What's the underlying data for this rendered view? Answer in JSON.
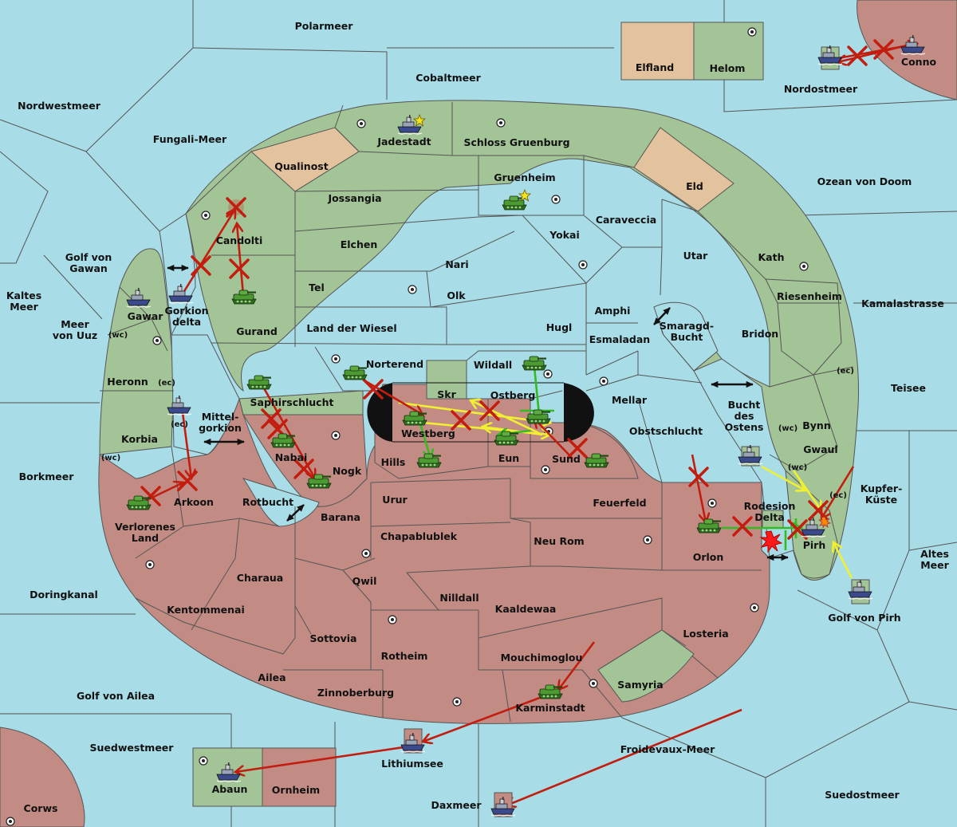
{
  "map": {
    "colors": {
      "sea": "#a8dde8",
      "player_green": "#a3c496",
      "player_red": "#c28c84",
      "neutral": "#e3c39d",
      "order_red": "#c31d0f",
      "order_yellow": "#f0f030",
      "order_green": "#33bb22"
    },
    "labels": {
      "polarmeer": "Polarmeer",
      "cobaltmeer": "Cobaltmeer",
      "elfland": "Elfland",
      "helom": "Helom",
      "nordostmeer": "Nordostmeer",
      "conno": "Conno",
      "nordwestmeer": "Nordwestmeer",
      "fungali": "Fungali-Meer",
      "jadestadt": "Jadestadt",
      "schloss": "Schloss Gruenburg",
      "qualinost": "Qualinost",
      "gruenheim": "Gruenheim",
      "eld": "Eld",
      "ozean": "Ozean von Doom",
      "jossangia": "Jossangia",
      "caraveccia": "Caraveccia",
      "golf_gawan_1": "Golf von",
      "golf_gawan_2": "Gawan",
      "candolti": "Candolti",
      "elchen": "Elchen",
      "yokai": "Yokai",
      "utar": "Utar",
      "kath": "Kath",
      "nari": "Nari",
      "tel": "Tel",
      "olk": "Olk",
      "kaltes_1": "Kaltes",
      "kaltes_2": "Meer",
      "gawar": "Gawar",
      "gorkion_1": "Gorkion",
      "gorkion_2": "delta",
      "riesenheim": "Riesenheim",
      "kamalastrasse": "Kamalastrasse",
      "amphi": "Amphi",
      "meer_uuz_1": "Meer",
      "meer_uuz_2": "von Uuz",
      "wc1": "(wc)",
      "gurand": "Gurand",
      "land_wiesel": "Land der Wiesel",
      "hugl": "Hugl",
      "smaragd_1": "Smaragd-",
      "smaragd_2": "Bucht",
      "bridon": "Bridon",
      "esmaladan": "Esmaladan",
      "norterend": "Norterend",
      "wildall": "Wildall",
      "heronn": "Heronn",
      "ec1": "(ec)",
      "ec2": "(ec)",
      "teisee": "Teisee",
      "skr": "Skr",
      "ostberg": "Ostberg",
      "saphir": "Saphirschlucht",
      "mellar": "Mellar",
      "mittel_1": "Mittel-",
      "mittel_2": "gorkion",
      "bucht_ostens_1": "Bucht",
      "bucht_ostens_2": "des",
      "bucht_ostens_3": "Ostens",
      "bynn": "Bynn",
      "wc2": "(wc)",
      "westberg": "Westberg",
      "obstschlucht": "Obstschlucht",
      "korbia": "Korbia",
      "ec3": "(ec)",
      "gwaul": "Gwaul",
      "wc3": "(wc)",
      "nabai": "Nabai",
      "eun": "Eun",
      "sund": "Sund",
      "hills": "Hills",
      "ec4": "(ec)",
      "wc4": "(wc)",
      "borkmeer": "Borkmeer",
      "nogk": "Nogk",
      "kupfer_1": "Kupfer-",
      "kupfer_2": "Küste",
      "arkoon": "Arkoon",
      "rotbucht": "Rotbucht",
      "urur": "Urur",
      "feuerfeld": "Feuerfeld",
      "rodesion_1": "Rodesion",
      "rodesion_2": "Delta",
      "verlorenes_1": "Verlorenes",
      "verlorenes_2": "Land",
      "barana": "Barana",
      "chapa": "Chapablublek",
      "neu_rom": "Neu Rom",
      "orlon": "Orlon",
      "pirh": "Pirh",
      "altes_1": "Altes",
      "altes_2": "Meer",
      "charaua": "Charaua",
      "qwil": "Qwil",
      "doringkanal": "Doringkanal",
      "nilldall": "Nilldall",
      "kentommenai": "Kentommenai",
      "kaaldewaa": "Kaaldewaa",
      "golf_pirh": "Golf von Pirh",
      "losteria": "Losteria",
      "sottovia": "Sottovia",
      "rotheim": "Rotheim",
      "mouchimoglou": "Mouchimoglou",
      "ailea": "Ailea",
      "samyria": "Samyria",
      "golf_ailea": "Golf von Ailea",
      "zinnoberburg": "Zinnoberburg",
      "karminstadt": "Karminstadt",
      "suedwestmeer": "Suedwestmeer",
      "froidevaux": "Froidevaux-Meer",
      "lithiumsee": "Lithiumsee",
      "abaun": "Abaun",
      "ornheim": "Ornheim",
      "suedostmeer": "Suedostmeer",
      "daxmeer": "Daxmeer",
      "corws": "Corws"
    },
    "icons": [
      "tank-icon",
      "ship-icon",
      "supply-center-icon",
      "star-icon",
      "move-arrow",
      "failed-order-x",
      "double-arrow-icon",
      "explosion-icon"
    ]
  }
}
